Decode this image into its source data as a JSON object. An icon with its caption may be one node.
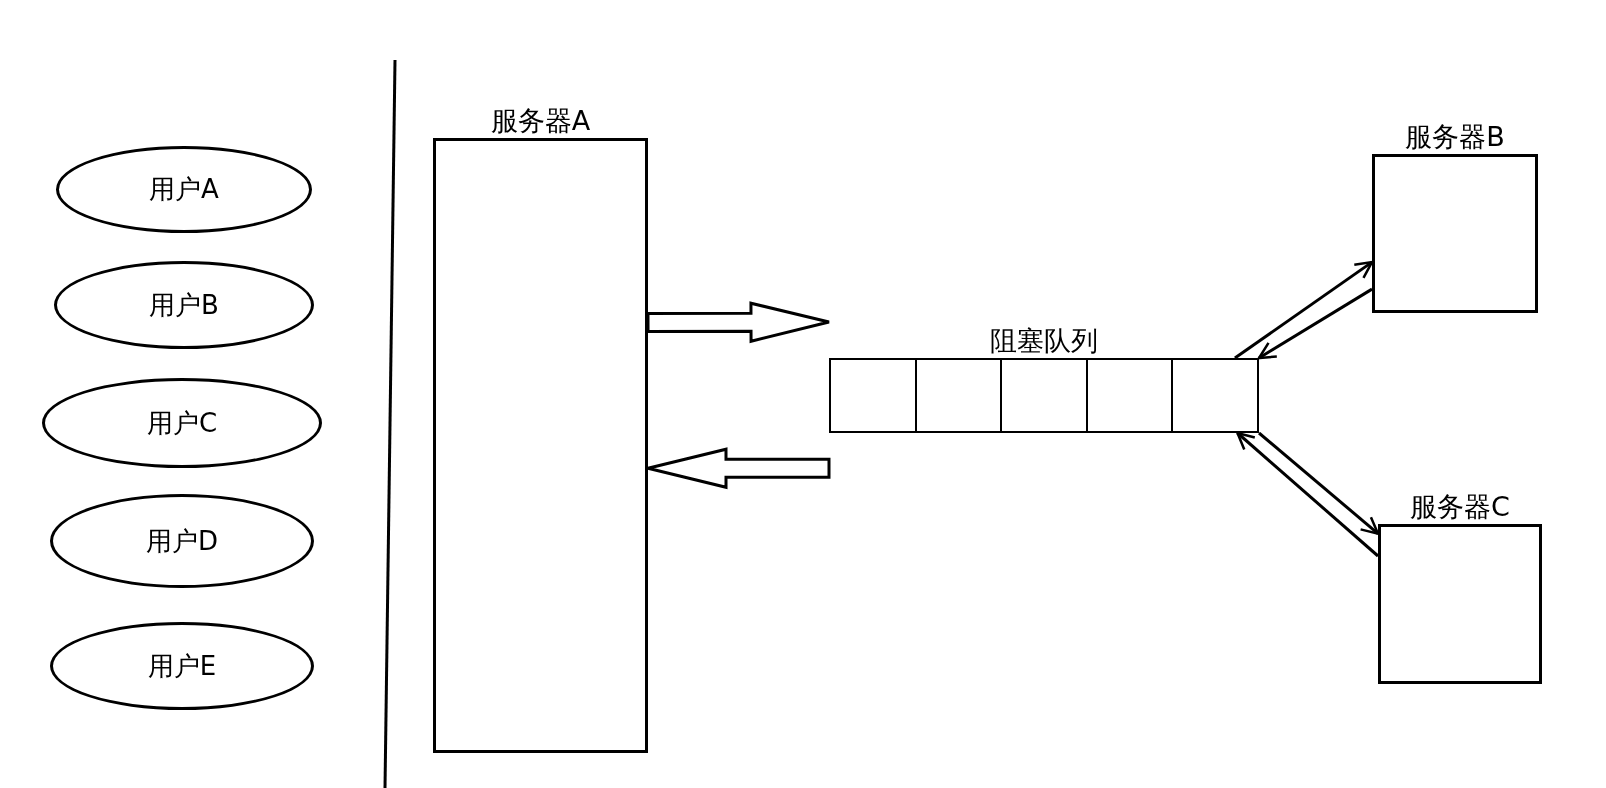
{
  "diagram": {
    "nodes": [
      {
        "text": [
          "用户A"
        ]
      },
      {
        "text": [
          "用户B"
        ]
      },
      {
        "text": [
          "用户C"
        ]
      },
      {
        "text": [
          "用户D"
        ]
      },
      {
        "text": [
          "用户E"
        ]
      },
      {
        "text": [
          "服务器A"
        ]
      },
      {
        "text": [
          "阻塞队列"
        ]
      },
      {
        "text": [],
        "shape": "box",
        "in": 6
      },
      {
        "text": [],
        "shape": "box",
        "in": 6
      },
      {
        "text": [],
        "shape": "box",
        "in": 6
      },
      {
        "text": [],
        "shape": "box",
        "in": 6
      },
      {
        "text": [],
        "shape": "box",
        "in": 6
      },
      {
        "text": [
          "服务器B"
        ]
      },
      {
        "text": [
          "服务器C"
        ]
      }
    ],
    "edges": [
      {
        "from": 5,
        "to": 6,
        "arrow": "to",
        "style": "thick"
      },
      {
        "from": 6,
        "to": 5,
        "arrow": "to",
        "style": "thick"
      },
      {
        "from": 6,
        "to": 12,
        "arrow": "to"
      },
      {
        "from": 12,
        "to": 6,
        "arrow": "to"
      },
      {
        "from": 6,
        "to": 13,
        "arrow": "to"
      },
      {
        "from": 13,
        "to": 6,
        "arrow": "to"
      }
    ]
  }
}
